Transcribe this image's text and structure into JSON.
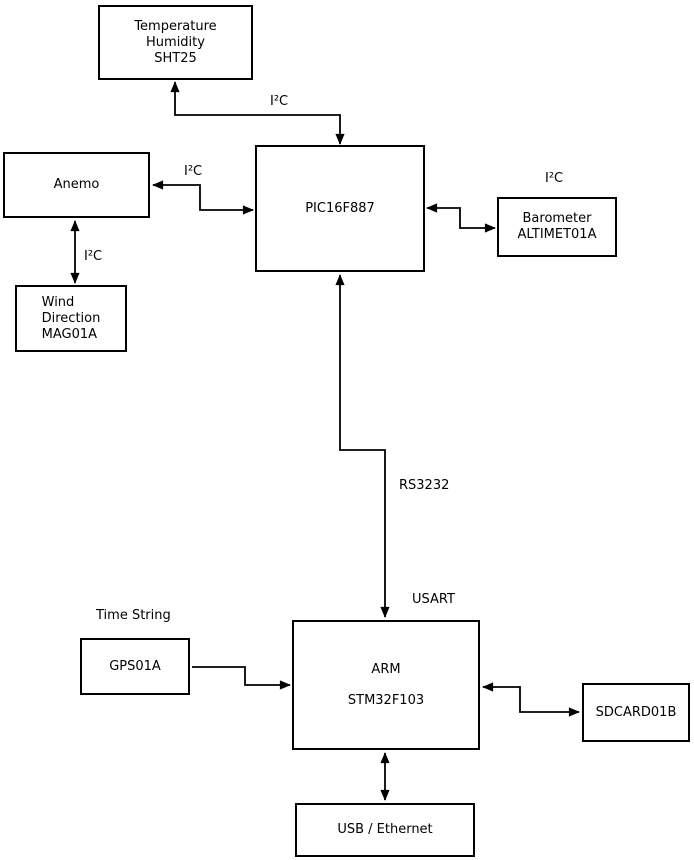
{
  "diagram": {
    "boxes": {
      "sht25": {
        "lines": [
          "Temperature",
          "Humidity",
          "SHT25"
        ]
      },
      "anemo": {
        "lines": [
          "Anemo"
        ]
      },
      "wind_direction": {
        "lines": [
          "Wind",
          "Direction",
          "MAG01A"
        ]
      },
      "pic16f887": {
        "lines": [
          "PIC16F887"
        ]
      },
      "barometer": {
        "lines": [
          "Barometer",
          "ALTIMET01A"
        ]
      },
      "gps": {
        "lines": [
          "GPS01A"
        ]
      },
      "arm": {
        "lines": [
          "ARM",
          "STM32F103"
        ]
      },
      "sdcard": {
        "lines": [
          "SDCARD01B"
        ]
      },
      "usb_ethernet": {
        "lines": [
          "USB / Ethernet"
        ]
      }
    },
    "labels": {
      "i2c_sht25": "I²C",
      "i2c_anemo": "I²C",
      "i2c_wind": "I²C",
      "i2c_barometer": "I²C",
      "rs3232": "RS3232",
      "usart": "USART",
      "time_string": "Time String"
    },
    "colors": {
      "line": "#000000",
      "box_border": "#000000",
      "box_fill": "#ffffff",
      "background": "#ffffff"
    }
  }
}
